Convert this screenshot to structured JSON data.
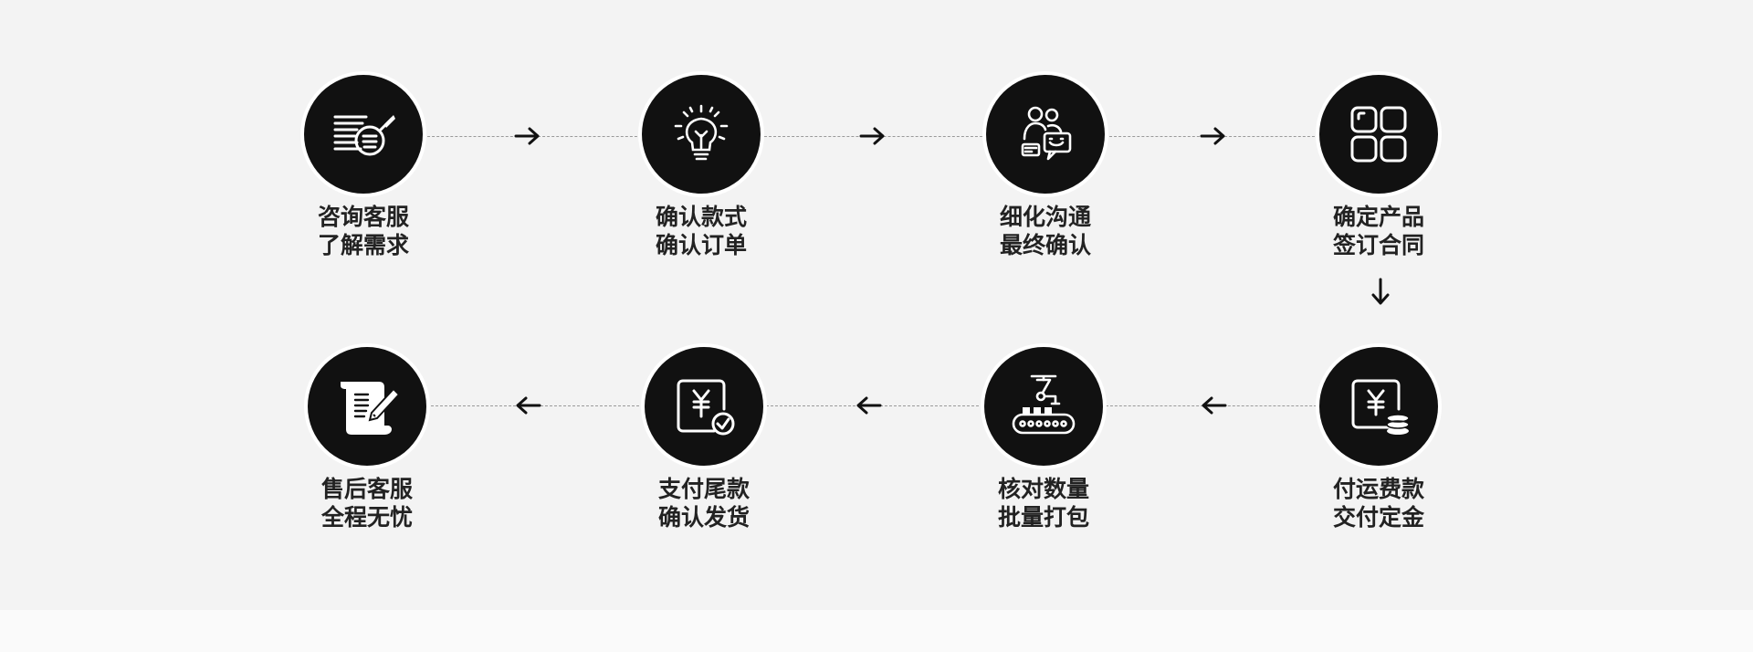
{
  "steps": [
    {
      "line1": "咨询客服",
      "line2": "了解需求",
      "icon": "document-search-icon"
    },
    {
      "line1": "确认款式",
      "line2": "确认订单",
      "icon": "lightbulb-icon"
    },
    {
      "line1": "细化沟通",
      "line2": "最终确认",
      "icon": "chat-people-icon"
    },
    {
      "line1": "确定产品",
      "line2": "签订合同",
      "icon": "grid-icon"
    },
    {
      "line1": "付运费款",
      "line2": "交付定金",
      "icon": "yen-coins-icon"
    },
    {
      "line1": "核对数量",
      "line2": "批量打包",
      "icon": "robot-arm-conveyor-icon"
    },
    {
      "line1": "支付尾款",
      "line2": "确认发货",
      "icon": "yen-check-icon"
    },
    {
      "line1": "售后客服",
      "line2": "全程无忧",
      "icon": "scroll-pen-icon"
    }
  ],
  "colors": {
    "background": "#f3f3f3",
    "circle": "#111111",
    "line": "#9a9a9a",
    "text": "#222222"
  }
}
